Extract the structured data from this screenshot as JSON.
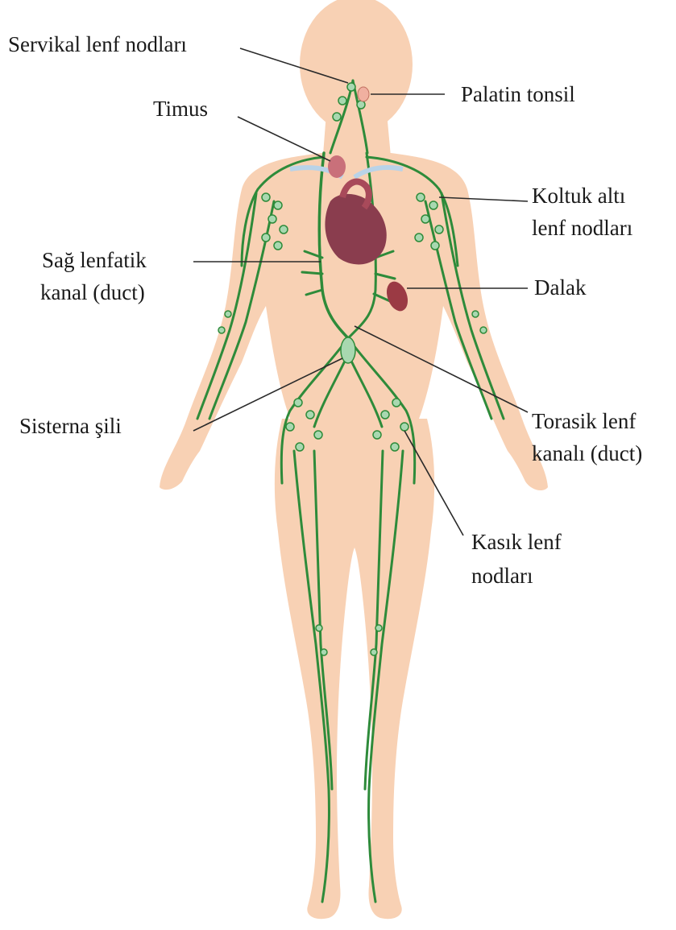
{
  "labels": {
    "cervical_nodes": "Servikal lenf nodları",
    "thymus": "Timus",
    "palatine_tonsil": "Palatin tonsil",
    "axillary_nodes_line1": "Koltuk altı",
    "axillary_nodes_line2": "lenf nodları",
    "right_lymphatic_duct_line1": "Sağ lenfatik",
    "right_lymphatic_duct_line2": "kanal (duct)",
    "spleen": "Dalak",
    "cisterna_chyli": "Sisterna şili",
    "thoracic_duct_line1": "Torasik lenf",
    "thoracic_duct_line2": "kanalı (duct)",
    "inguinal_nodes_line1": "Kasık lenf",
    "inguinal_nodes_line2": "nodları"
  },
  "colors": {
    "skin": "#f8d1b4",
    "lymph_vessel": "#2e8b3a",
    "lymph_node": "#a8d8b0",
    "heart": "#8a3d4e",
    "spleen": "#9b3a44",
    "thymus": "#c9707a",
    "vessel_blue": "#b9d3e8"
  }
}
